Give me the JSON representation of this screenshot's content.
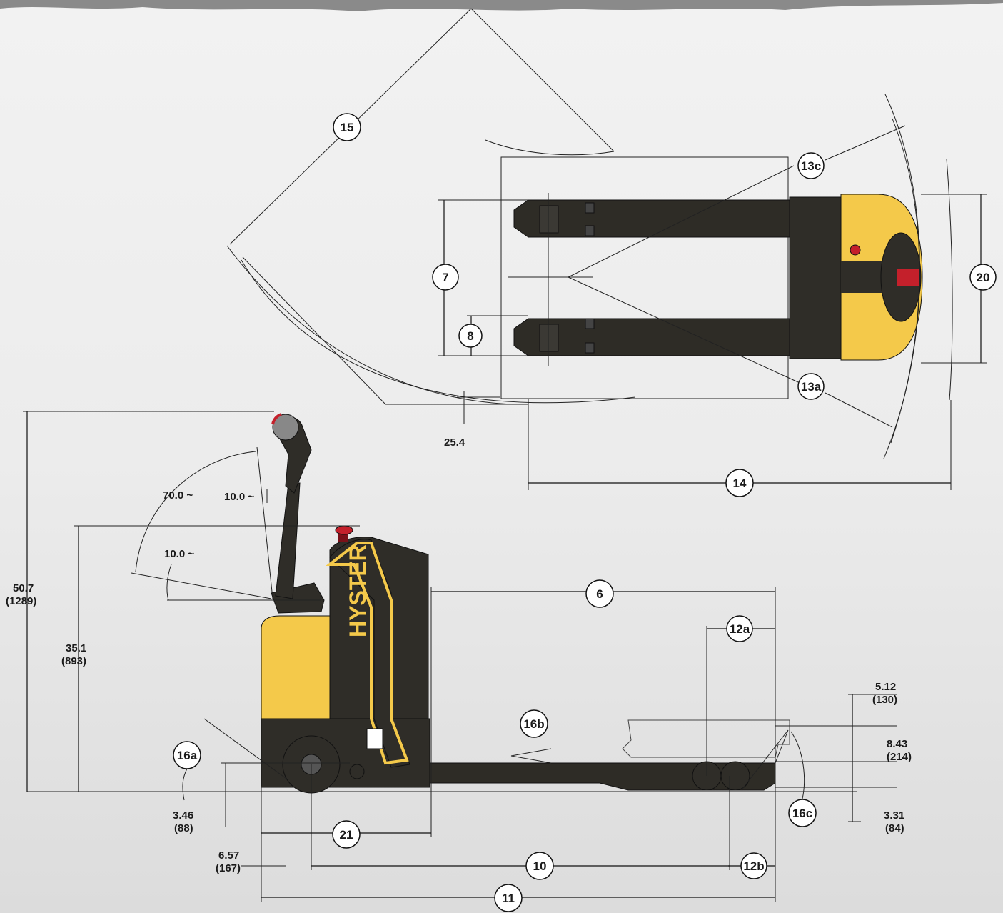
{
  "brand": "HYSTER",
  "callouts": {
    "c6": "6",
    "c7": "7",
    "c8": "8",
    "c10": "10",
    "c11": "11",
    "c12a": "12a",
    "c12b": "12b",
    "c13a": "13a",
    "c13c": "13c",
    "c14": "14",
    "c15": "15",
    "c16a": "16a",
    "c16b": "16b",
    "c16c": "16c",
    "c20": "20",
    "c21": "21"
  },
  "dimensions": {
    "d25_4": "25.4",
    "angle70": "70.0 ~",
    "angle10a": "10.0 ~",
    "angle10b": "10.0 ~",
    "h50_7": "50.7",
    "h50_7_mm": "(1289)",
    "h35_1": "35.1",
    "h35_1_mm": "(893)",
    "d3_46": "3.46",
    "d3_46_mm": "(88)",
    "d6_57": "6.57",
    "d6_57_mm": "(167)",
    "d5_12": "5.12",
    "d5_12_mm": "(130)",
    "d8_43": "8.43",
    "d8_43_mm": "(214)",
    "d3_31": "3.31",
    "d3_31_mm": "(84)"
  },
  "colors": {
    "body_yellow": "#f4c94a",
    "body_dark": "#2f2d28",
    "background": "#e9e9e9",
    "stop_button": "#c4202b"
  }
}
